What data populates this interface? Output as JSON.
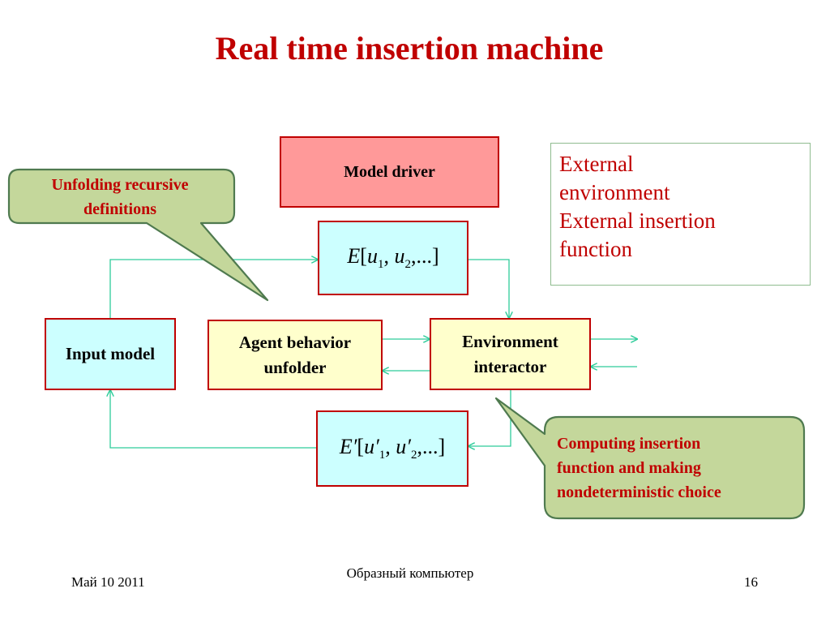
{
  "slide": {
    "title": "Real time insertion machine"
  },
  "diagram": {
    "model_driver": "Model driver",
    "expr_top": {
      "base": "E",
      "var1": "u",
      "sub1": "1",
      "var2": "u",
      "sub2": "2",
      "tail": "...]"
    },
    "expr_bottom": {
      "base": "E′",
      "var1": "u′",
      "sub1": "1",
      "var2": "u′",
      "sub2": "2",
      "tail": "...]"
    },
    "input_model": "Input model",
    "agent_line1": "Agent behavior",
    "agent_line2": "unfolder",
    "env_line1": "Environment",
    "env_line2": "interactor",
    "external_lines": [
      "External",
      "environment",
      "External insertion",
      "function"
    ],
    "callout_left": {
      "line1": "Unfolding recursive",
      "line2": "definitions"
    },
    "callout_right": {
      "line1": "Computing insertion",
      "line2": "function and making",
      "line3": "nondeterministic choice"
    }
  },
  "footer": {
    "date": "Май 10 2011",
    "center": "Образный компьютер",
    "page": "16"
  },
  "colors": {
    "title": "#c00000",
    "box_border": "#c00000",
    "model_driver_fill": "#ff9999",
    "cyan_fill": "#ccffff",
    "yellow_fill": "#ffffcc",
    "callout_fill": "#c4d79b",
    "callout_border": "#4f7a4f",
    "wire": "#2ecc9a"
  }
}
